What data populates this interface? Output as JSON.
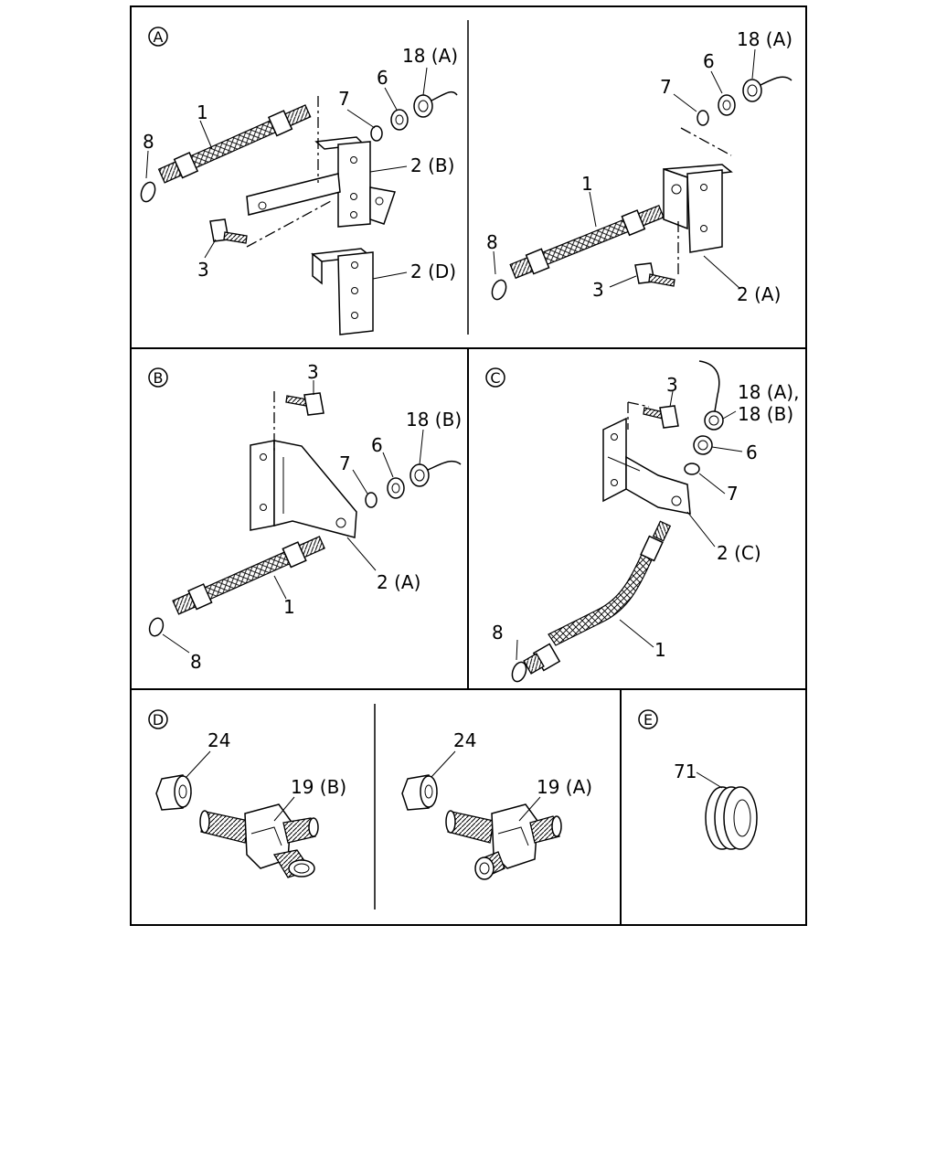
{
  "panels": {
    "A": {
      "letter": "A",
      "left": {
        "labels": {
          "p1": "1",
          "p2b": "2 (B)",
          "p2d": "2 (D)",
          "p3": "3",
          "p6": "6",
          "p7": "7",
          "p8": "8",
          "p18": "18 (A)"
        }
      },
      "right": {
        "labels": {
          "p1": "1",
          "p2a": "2 (A)",
          "p3": "3",
          "p6": "6",
          "p7": "7",
          "p8": "8",
          "p18": "18 (A)"
        }
      }
    },
    "B": {
      "letter": "B",
      "labels": {
        "p1": "1",
        "p2a": "2 (A)",
        "p3": "3",
        "p6": "6",
        "p7": "7",
        "p8": "8",
        "p18": "18 (B)"
      }
    },
    "C": {
      "letter": "C",
      "labels": {
        "p1": "1",
        "p2c": "2 (C)",
        "p3": "3",
        "p6": "6",
        "p7": "7",
        "p8": "8",
        "p18a": "18 (A),",
        "p18b": "18 (B)"
      }
    },
    "D": {
      "letter": "D",
      "left": {
        "labels": {
          "p24": "24",
          "p19": "19 (B)"
        }
      },
      "right": {
        "labels": {
          "p24": "24",
          "p19": "19 (A)"
        }
      }
    },
    "E": {
      "letter": "E",
      "labels": {
        "p71": "71"
      }
    }
  }
}
